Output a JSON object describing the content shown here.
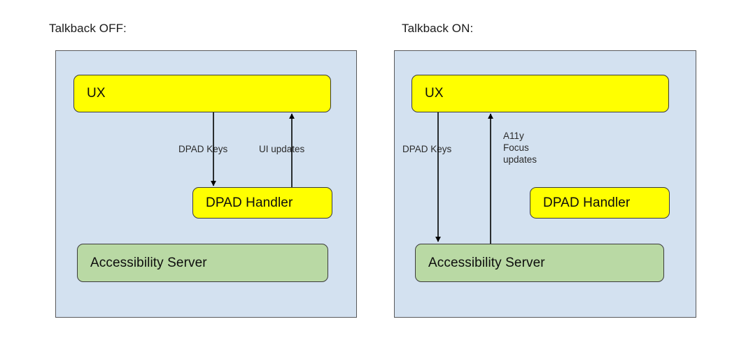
{
  "diagram": {
    "title_left": "Talkback OFF:",
    "title_right": "Talkback ON:",
    "colors": {
      "panel_fill": "#d3e1f0",
      "panel_stroke": "#58595b",
      "node_yellow": "#ffff00",
      "node_green": "#b9d9a4",
      "node_stroke": "#3b3b3b",
      "arrow": "#000000",
      "text": "#0d0d0d"
    },
    "panels": [
      {
        "id": "talkback-off",
        "title": "Talkback OFF:",
        "nodes": [
          {
            "id": "ux",
            "label": "UX",
            "type": "yellow"
          },
          {
            "id": "dpad-handler",
            "label": "DPAD Handler",
            "type": "yellow"
          },
          {
            "id": "accessibility-server",
            "label": "Accessibility Server",
            "type": "green"
          }
        ],
        "edges": [
          {
            "id": "dpad-keys",
            "label": "DPAD Keys",
            "from": "ux",
            "to": "dpad-handler",
            "direction": "down"
          },
          {
            "id": "ui-updates",
            "label": "UI updates",
            "from": "dpad-handler",
            "to": "ux",
            "direction": "up"
          }
        ]
      },
      {
        "id": "talkback-on",
        "title": "Talkback ON:",
        "nodes": [
          {
            "id": "ux",
            "label": "UX",
            "type": "yellow"
          },
          {
            "id": "dpad-handler",
            "label": "DPAD Handler",
            "type": "yellow"
          },
          {
            "id": "accessibility-server",
            "label": "Accessibility Server",
            "type": "green"
          }
        ],
        "edges": [
          {
            "id": "dpad-keys",
            "label": "DPAD Keys",
            "from": "ux",
            "to": "accessibility-server",
            "direction": "down"
          },
          {
            "id": "a11y-focus-updates",
            "label": "A11y\nFocus\nupdates",
            "label_lines": [
              "A11y",
              "Focus",
              "updates"
            ],
            "from": "accessibility-server",
            "to": "ux",
            "direction": "up"
          }
        ]
      }
    ]
  }
}
